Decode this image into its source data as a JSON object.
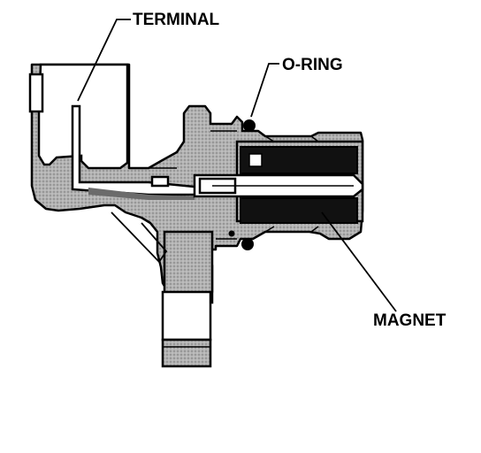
{
  "labels": {
    "terminal": "TERMINAL",
    "o_ring": "O-RING",
    "magnet": "MAGNET"
  }
}
